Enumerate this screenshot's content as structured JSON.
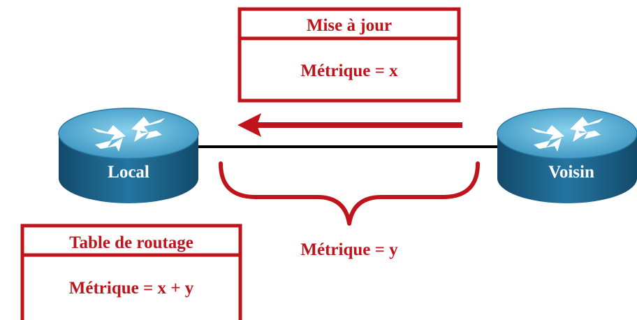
{
  "colors": {
    "accent": "#c0141c",
    "router_top": "#5fb4d8",
    "router_side": "#1b5f86",
    "link": "#000000",
    "background": "#ffffff"
  },
  "update_box": {
    "title": "Mise à jour",
    "value": "Métrique = x"
  },
  "routing_table_box": {
    "title": "Table de routage",
    "value": "Métrique = x + y"
  },
  "link_metric": "Métrique = y",
  "routers": {
    "local": {
      "label": "Local",
      "icon": "router-icon"
    },
    "neighbor": {
      "label": "Voisin",
      "icon": "router-icon"
    }
  },
  "arrow": {
    "icon": "arrow-left-icon"
  }
}
